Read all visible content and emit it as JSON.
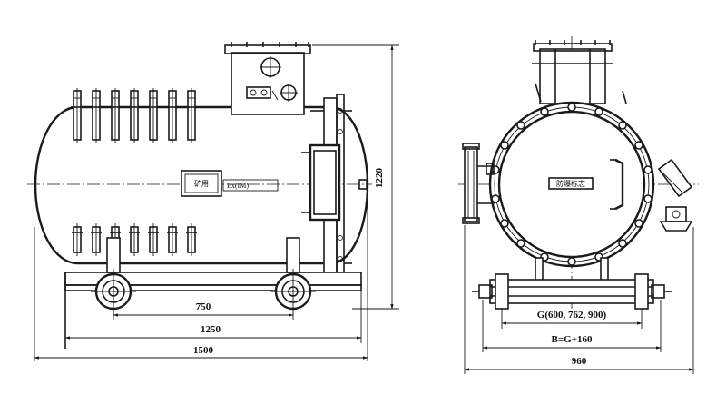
{
  "side_view": {
    "dim_vertical": "1220",
    "dim_axle": "750",
    "dim_1250": "1250",
    "dim_length": "1500",
    "nameplate_left": "矿用",
    "nameplate_right": "Ex(IM)"
  },
  "end_view": {
    "nameplate": "防爆标志",
    "dim_gauge": "G(600, 762, 900)",
    "dim_bg": "B=G+160",
    "dim_width": "960"
  }
}
